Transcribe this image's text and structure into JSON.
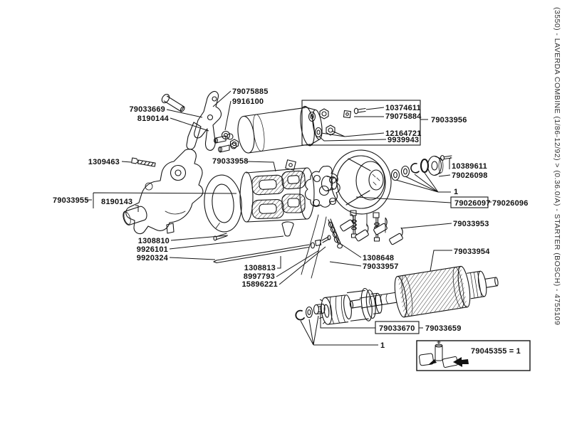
{
  "sidebar": {
    "catalog_path": "(3550) - LAVERDA COMBINE (1/86-12/92) > (0.36.0/A) - STARTER (BOSCH) - 4755109"
  },
  "legend": {
    "formula": "79045355 = 1"
  },
  "parts": [
    {
      "number": "79075885"
    },
    {
      "number": "9916100"
    },
    {
      "number": "79033669"
    },
    {
      "number": "8190144"
    },
    {
      "number": "10374611"
    },
    {
      "number": "79075884"
    },
    {
      "number": "12164721"
    },
    {
      "number": "9939943"
    },
    {
      "number": "79033956"
    },
    {
      "number": "1309463"
    },
    {
      "number": "79033958"
    },
    {
      "number": "10389611"
    },
    {
      "number": "79026098"
    },
    {
      "number": "1"
    },
    {
      "number": "79026097"
    },
    {
      "number": "79026096"
    },
    {
      "number": "79033955"
    },
    {
      "number": "8190143"
    },
    {
      "number": "79033953"
    },
    {
      "number": "1308810"
    },
    {
      "number": "9926101"
    },
    {
      "number": "9920324"
    },
    {
      "number": "1308648"
    },
    {
      "number": "79033957"
    },
    {
      "number": "79033954"
    },
    {
      "number": "1308813"
    },
    {
      "number": "8997793"
    },
    {
      "number": "15896221"
    },
    {
      "number": "79033670"
    },
    {
      "number": "79033659"
    },
    {
      "number": "1"
    }
  ]
}
